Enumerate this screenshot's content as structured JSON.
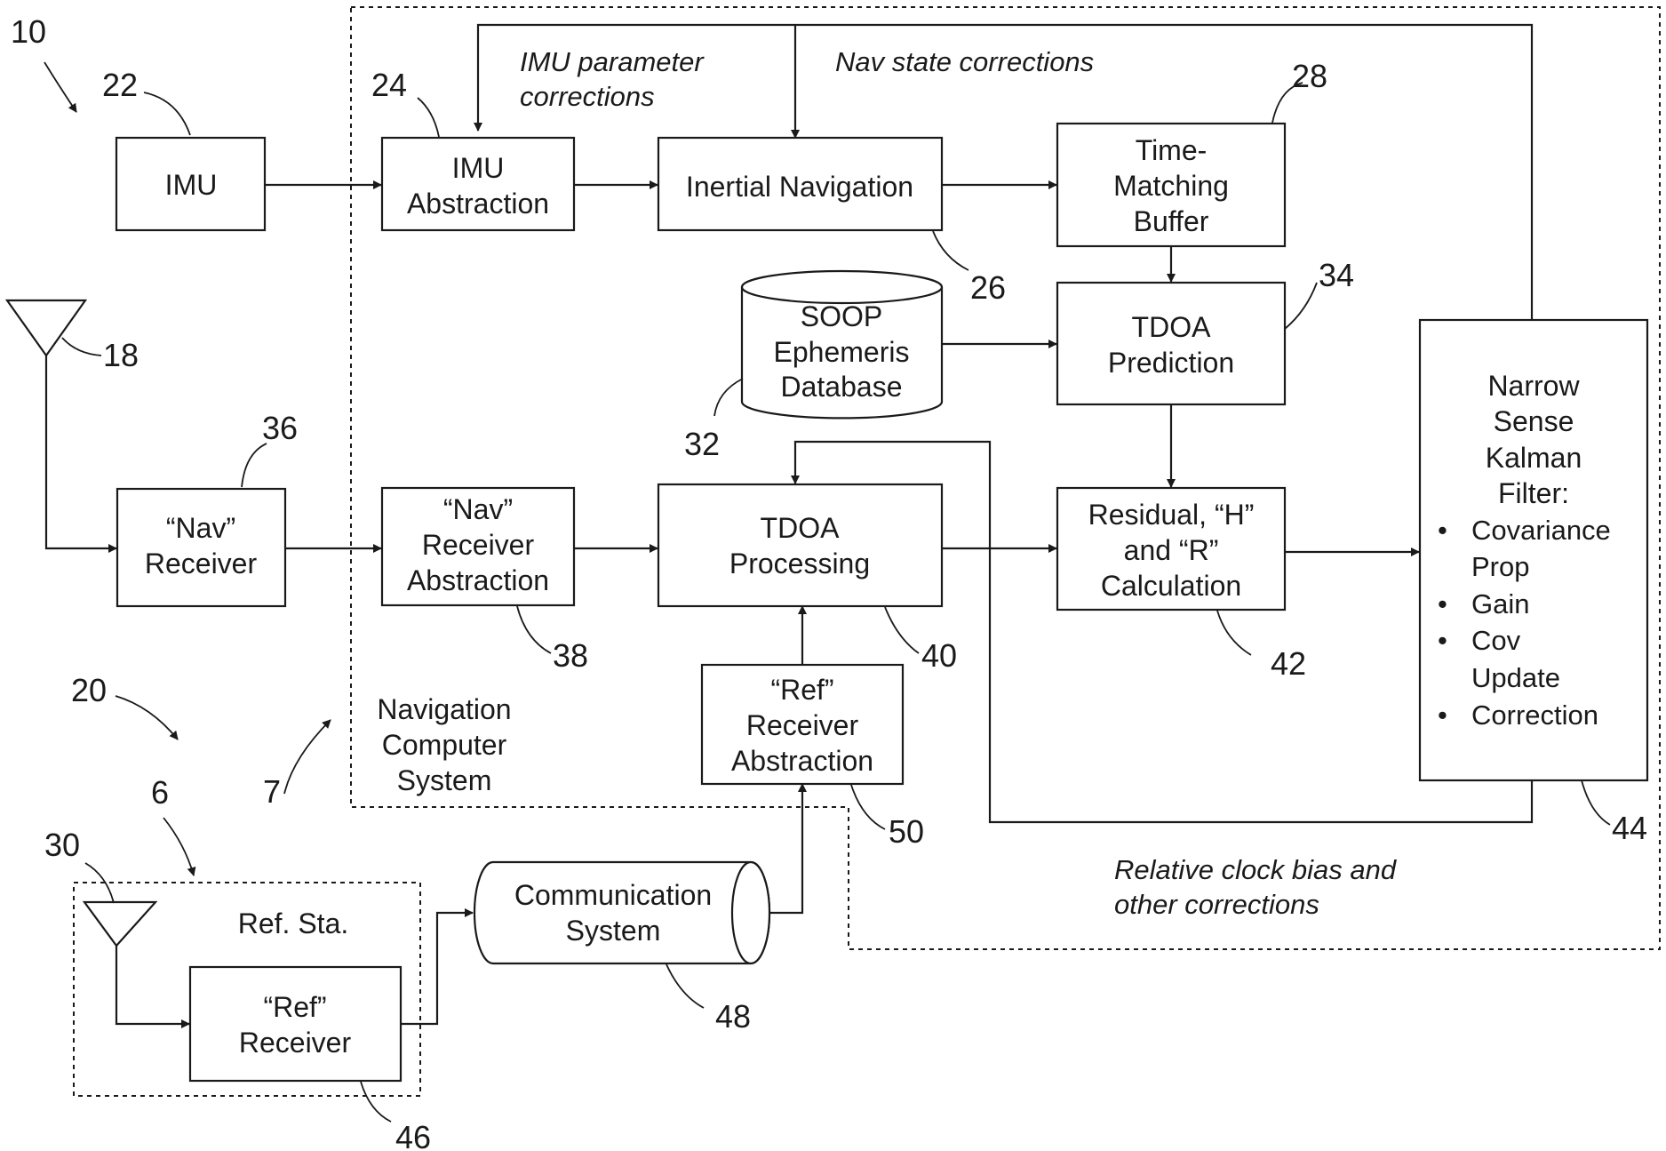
{
  "figure": {
    "ref_numbers": {
      "system": "10",
      "imu": "22",
      "imu_abstraction": "24",
      "inertial_navigation": "26",
      "time_matching_buffer": "28",
      "antenna_nav": "18",
      "soop_database": "32",
      "tdoa_prediction": "34",
      "nav_receiver": "36",
      "nav_receiver_abstraction": "38",
      "tdoa_processing": "40",
      "residual_calculation": "42",
      "kalman_filter": "44",
      "ref_station_system": "20",
      "ref_station": "6",
      "navigation_computer": "7",
      "antenna_ref": "30",
      "ref_receiver": "46",
      "communication_system": "48",
      "ref_receiver_abstraction": "50"
    },
    "blocks": {
      "imu": [
        "IMU"
      ],
      "imu_abstraction": [
        "IMU",
        "Abstraction"
      ],
      "inertial_navigation": [
        "Inertial Navigation"
      ],
      "time_matching_buffer": [
        "Time-",
        "Matching",
        "Buffer"
      ],
      "soop_database": [
        "SOOP",
        "Ephemeris",
        "Database"
      ],
      "tdoa_prediction": [
        "TDOA",
        "Prediction"
      ],
      "nav_receiver": [
        "“Nav”",
        "Receiver"
      ],
      "nav_receiver_abstraction": [
        "“Nav”",
        "Receiver",
        "Abstraction"
      ],
      "tdoa_processing": [
        "TDOA",
        "Processing"
      ],
      "residual_calculation": [
        "Residual, “H”",
        "and “R”",
        "Calculation"
      ],
      "ref_receiver_abstraction": [
        "“Ref”",
        "Receiver",
        "Abstraction"
      ],
      "communication_system": [
        "Communication",
        "System"
      ],
      "ref_receiver": [
        "“Ref”",
        "Receiver"
      ],
      "kalman_filter": {
        "title": [
          "Narrow",
          "Sense",
          "Kalman",
          "Filter:"
        ],
        "items": [
          [
            "Covariance",
            "Prop"
          ],
          [
            "Gain"
          ],
          [
            "Cov",
            "Update"
          ],
          [
            "Correction"
          ]
        ]
      }
    },
    "region_labels": {
      "navigation_computer": [
        "Navigation",
        "Computer",
        "System"
      ],
      "ref_station": "Ref. Sta."
    },
    "annotations": {
      "imu_parameter_corrections": [
        "IMU parameter",
        "corrections"
      ],
      "nav_state_corrections": "Nav state corrections",
      "clock_bias_corrections": [
        "Relative clock bias and",
        "other corrections"
      ]
    },
    "colors": {
      "ink": "#1a1a1a",
      "background": "#ffffff"
    }
  }
}
